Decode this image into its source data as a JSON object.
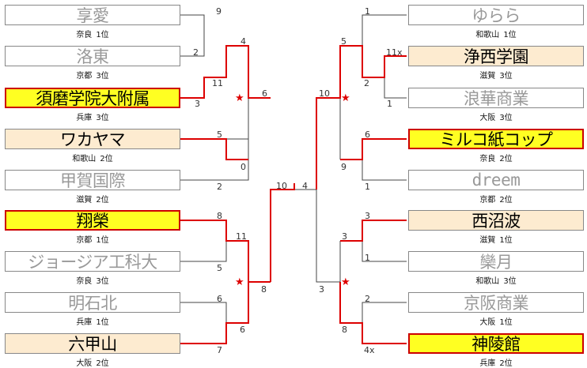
{
  "teams": [
    {
      "name": "享愛",
      "pref": "奈良",
      "rank": "1位",
      "state": "lost"
    },
    {
      "name": "洛東",
      "pref": "京都",
      "rank": "3位",
      "state": "lost"
    },
    {
      "name": "須磨学院大附属",
      "pref": "兵庫",
      "rank": "3位",
      "state": "winner"
    },
    {
      "name": "ワカヤマ",
      "pref": "和歌山",
      "rank": "2位",
      "state": "advanced"
    },
    {
      "name": "甲賀国際",
      "pref": "滋賀",
      "rank": "2位",
      "state": "lost"
    },
    {
      "name": "翔榮",
      "pref": "京都",
      "rank": "1位",
      "state": "winner"
    },
    {
      "name": "ジョージア工科大",
      "pref": "奈良",
      "rank": "3位",
      "state": "lost"
    },
    {
      "name": "明石北",
      "pref": "兵庫",
      "rank": "1位",
      "state": "lost"
    },
    {
      "name": "六甲山",
      "pref": "大阪",
      "rank": "2位",
      "state": "advanced"
    },
    {
      "name": "ゆらら",
      "pref": "和歌山",
      "rank": "1位",
      "state": "lost"
    },
    {
      "name": "浄西学園",
      "pref": "滋賀",
      "rank": "3位",
      "state": "advanced"
    },
    {
      "name": "浪華商業",
      "pref": "大阪",
      "rank": "3位",
      "state": "lost"
    },
    {
      "name": "ミルコ紙コップ",
      "pref": "奈良",
      "rank": "2位",
      "state": "winner"
    },
    {
      "name": "dreem",
      "pref": "京都",
      "rank": "2位",
      "state": "lost",
      "mono": true
    },
    {
      "name": "西沼波",
      "pref": "滋賀",
      "rank": "1位",
      "state": "advanced"
    },
    {
      "name": "欒月",
      "pref": "和歌山",
      "rank": "3位",
      "state": "lost"
    },
    {
      "name": "京阪商業",
      "pref": "大阪",
      "rank": "1位",
      "state": "lost"
    },
    {
      "name": "神陵館",
      "pref": "兵庫",
      "rank": "2位",
      "state": "winner"
    }
  ],
  "scores": {
    "l1": "9",
    "l2": "2",
    "l3": "3",
    "l4": "11",
    "l5": "4",
    "l6": "5",
    "l7": "0",
    "l8": "6",
    "l9": "2",
    "l10": "8",
    "l11": "11",
    "l12": "5",
    "l13": "6",
    "l14": "6",
    "l15": "7",
    "l16": "8",
    "final_left": "10",
    "final_right": "4",
    "r1": "1",
    "r2": "11x",
    "r3": "1",
    "r4": "2",
    "r5": "5",
    "r6": "10",
    "r7": "6",
    "r8": "9",
    "r9": "1",
    "r10": "3",
    "r11": "1",
    "r12": "3",
    "r13": "3",
    "r14": "2",
    "r15": "4x",
    "r16": "8"
  },
  "colors": {
    "win_line": "#dd0000",
    "lose_line": "#444444",
    "winner_fill": "#ffff22",
    "advanced_fill": "#fdebd0"
  },
  "star_glyph": "★"
}
